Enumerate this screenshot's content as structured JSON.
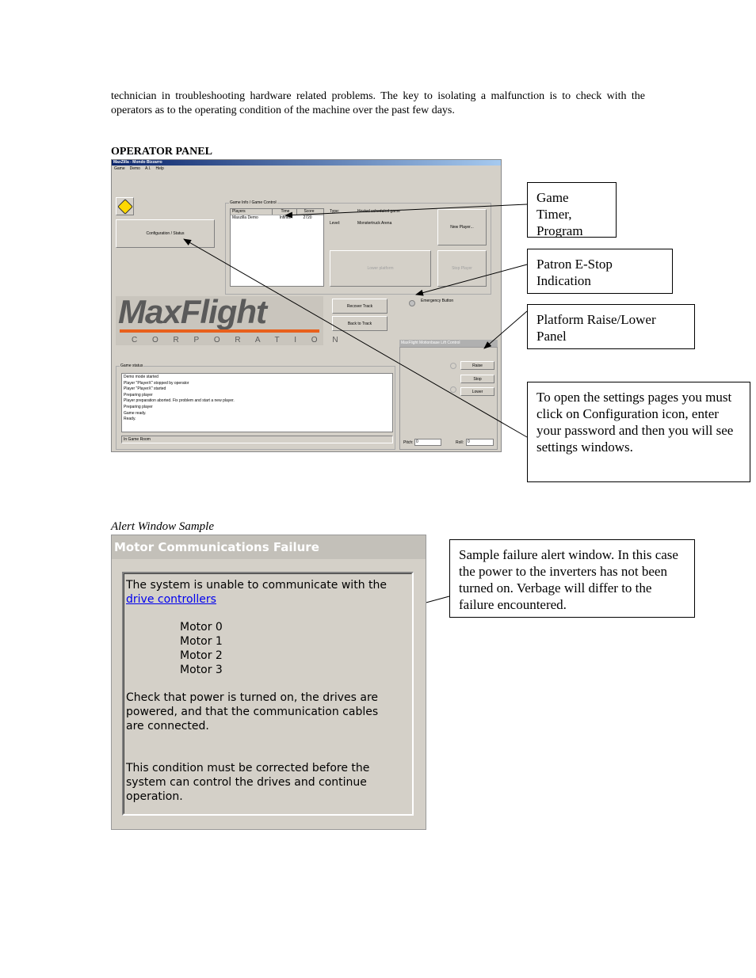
{
  "intro_paragraph": "technician in troubleshooting hardware related problems.  The key to isolating a malfunction is to check with the operators as to the operating condition of the machine over the past few days.",
  "section_heading": "OPERATOR PANEL",
  "operator_panel": {
    "window_title": "MaxZilla - Mondo Bizzarro",
    "menu": [
      "Game",
      "Demo",
      "A.I.",
      "Help"
    ],
    "config_button": "Configuration / Status",
    "game_info_label": "Game Info / Game Control",
    "players_table": {
      "headers": [
        "Players",
        "Time",
        "Score"
      ],
      "rows": [
        [
          "Maxzilla Demo",
          "Infinite",
          "2720"
        ]
      ]
    },
    "type_label": "Type:",
    "type_value": "Hosted scheduled game",
    "level_label": "Level:",
    "level_value": "Monstertruck Arena",
    "new_player_button": "New Player...",
    "lower_platform_button": "Lower platform",
    "stop_player_button": "Stop Player",
    "emergency_label": "Emergency Button",
    "recover_track_button": "Recover Track",
    "back_to_track_button": "Back to Track",
    "logo_main": "MaxFlight",
    "logo_sub": "C O R P O R A T I O N",
    "lift_panel_title": "MaxFlight Motionbase Lift Control",
    "raise_button": "Raise",
    "stop_button": "Stop",
    "lower_button": "Lower",
    "pitch_label": "Pitch:",
    "pitch_value": "0",
    "roll_label": "Roll:",
    "roll_value": "0",
    "game_status_label": "Game status",
    "status_lines": [
      "Demo mode started",
      "Player \"PlayerX\" stopped by operator",
      "Player \"PlayerX\" started",
      "Preparing player",
      "Player preparation aborted. Fix problem and start a new player.",
      "Preparing player",
      "Game ready.",
      "Ready."
    ],
    "status_bar": "In Game Room"
  },
  "callouts": {
    "game_timer": "Game Timer, Program",
    "patron_estop": "Patron E-Stop Indication",
    "platform_panel": "Platform Raise/Lower Panel",
    "settings": "To open the settings pages you must click on Configuration icon, enter your password and then you will see settings windows.",
    "alert_sample": "Sample failure alert window.  In this case the power to the inverters has not been turned on.  Verbage will differ to the failure encountered."
  },
  "alert_caption": "Alert Window Sample",
  "alert_window": {
    "title": "Motor Communications Failure",
    "line1_prefix": "The system is unable to communicate with the ",
    "link_text": "drive controllers",
    "motors": [
      "Motor 0",
      "Motor 1",
      "Motor 2",
      "Motor 3"
    ],
    "check_text": "Check that power is turned on, the drives are powered, and that the communication cables are connected.",
    "condition_text": "This condition must be corrected before the system can control the drives and continue operation."
  },
  "colors": {
    "titlebar_start": "#0a246a",
    "logo_grey": "#5a5a5a",
    "logo_orange": "#e8601c",
    "link": "#0000ee"
  }
}
